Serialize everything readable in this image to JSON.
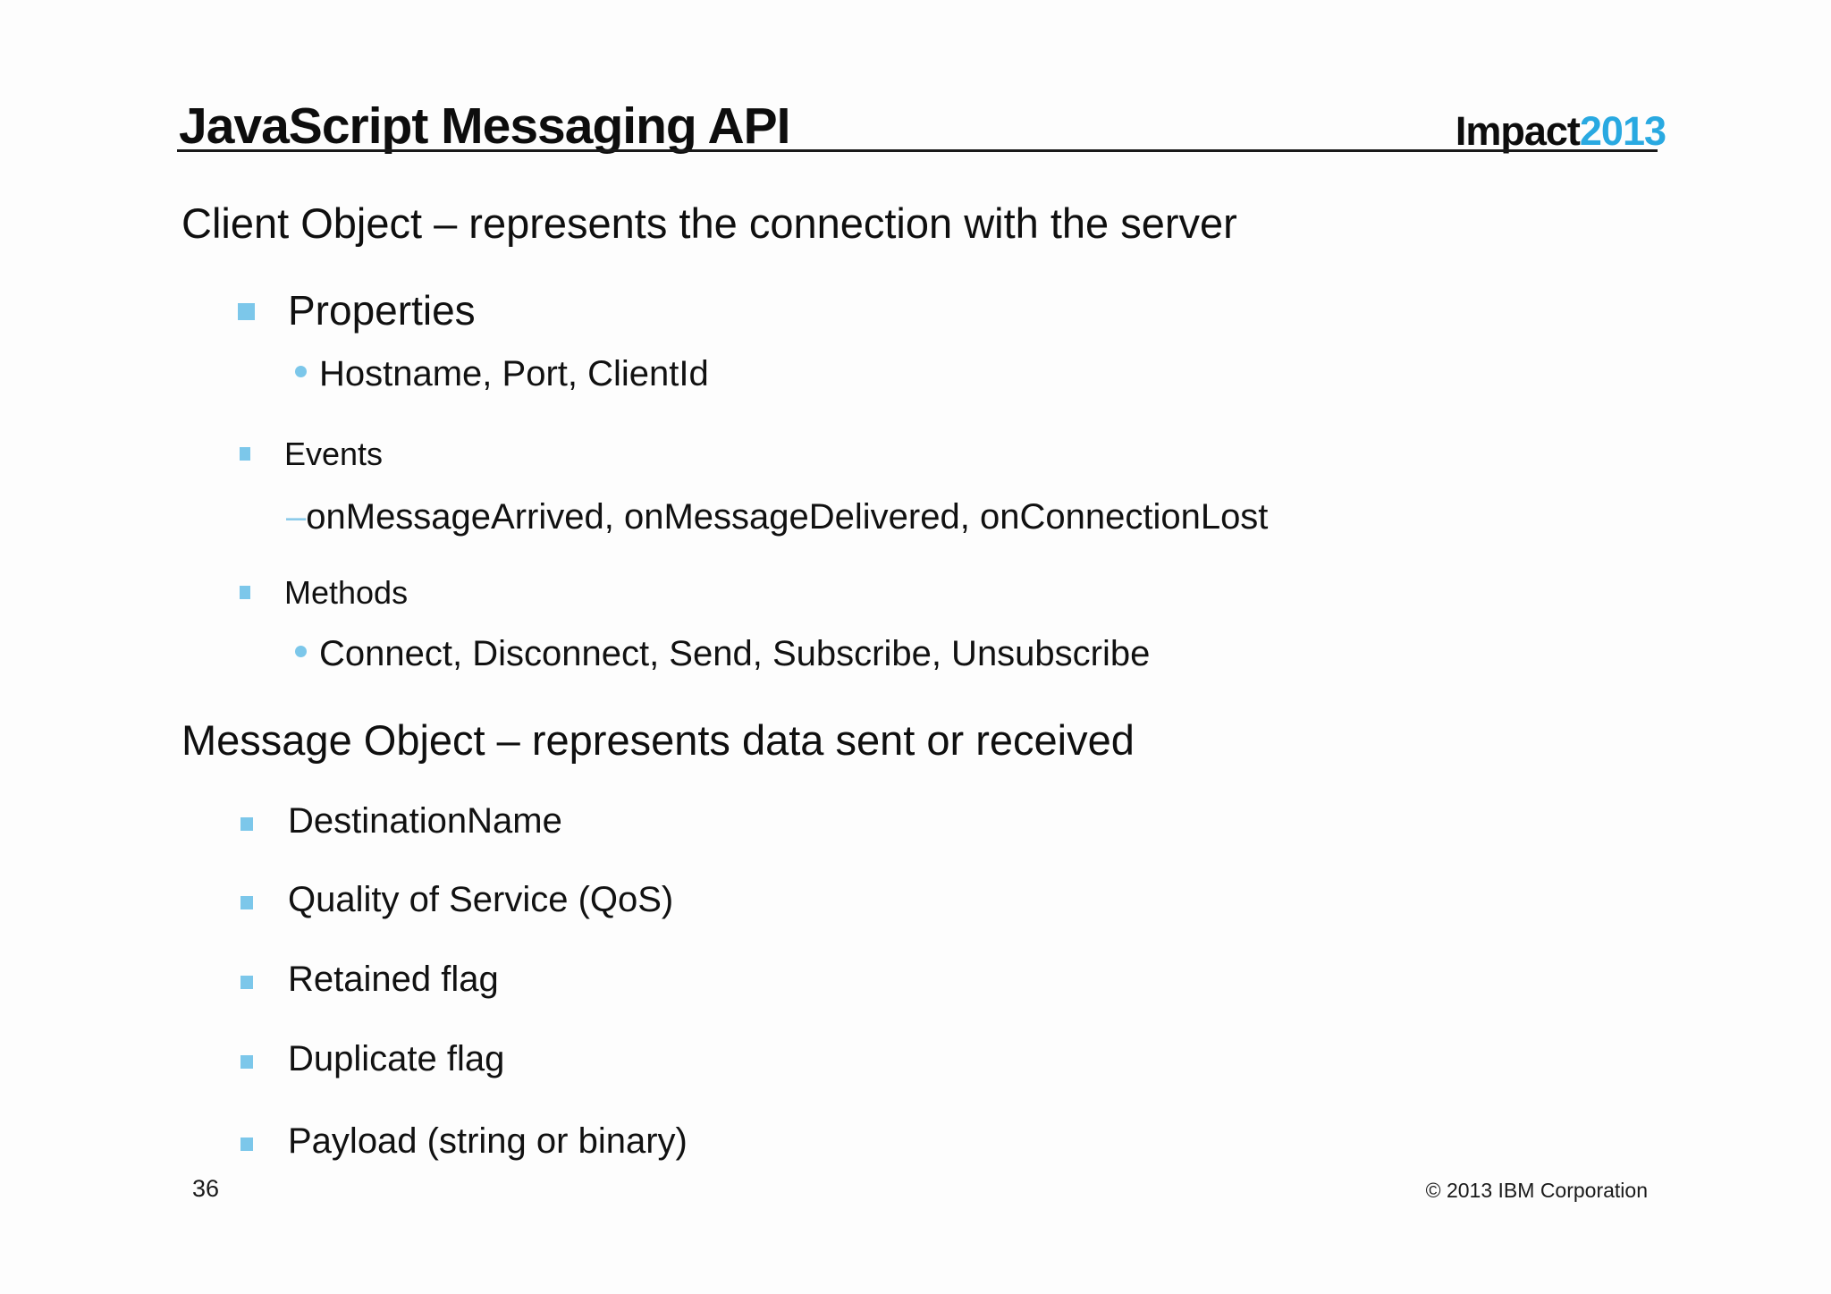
{
  "slide": {
    "title": "JavaScript Messaging API",
    "logo": {
      "brand": "Impact",
      "year": "2013"
    },
    "client_section": {
      "heading": "Client Object – represents the connection with the server",
      "properties_label": "Properties",
      "properties_detail": "Hostname, Port, ClientId",
      "events_label": "Events",
      "events_dash": "–",
      "events_detail": "onMessageArrived, onMessageDelivered, onConnectionLost",
      "methods_label": "Methods",
      "methods_detail": "Connect, Disconnect, Send, Subscribe, Unsubscribe"
    },
    "message_section": {
      "heading": "Message Object – represents data sent or received",
      "items": [
        "DestinationName",
        "Quality of Service (QoS)",
        "Retained flag",
        "Duplicate flag",
        "Payload (string or binary)"
      ]
    },
    "footer": {
      "page_number": "36",
      "copyright": "© 2013 IBM Corporation"
    },
    "colors": {
      "bullet_blue": "#7cc7ea",
      "dash_blue": "#8ccbea",
      "logo_year_blue": "#29a9e1",
      "text": "#111111",
      "background": "#ffffff"
    }
  }
}
